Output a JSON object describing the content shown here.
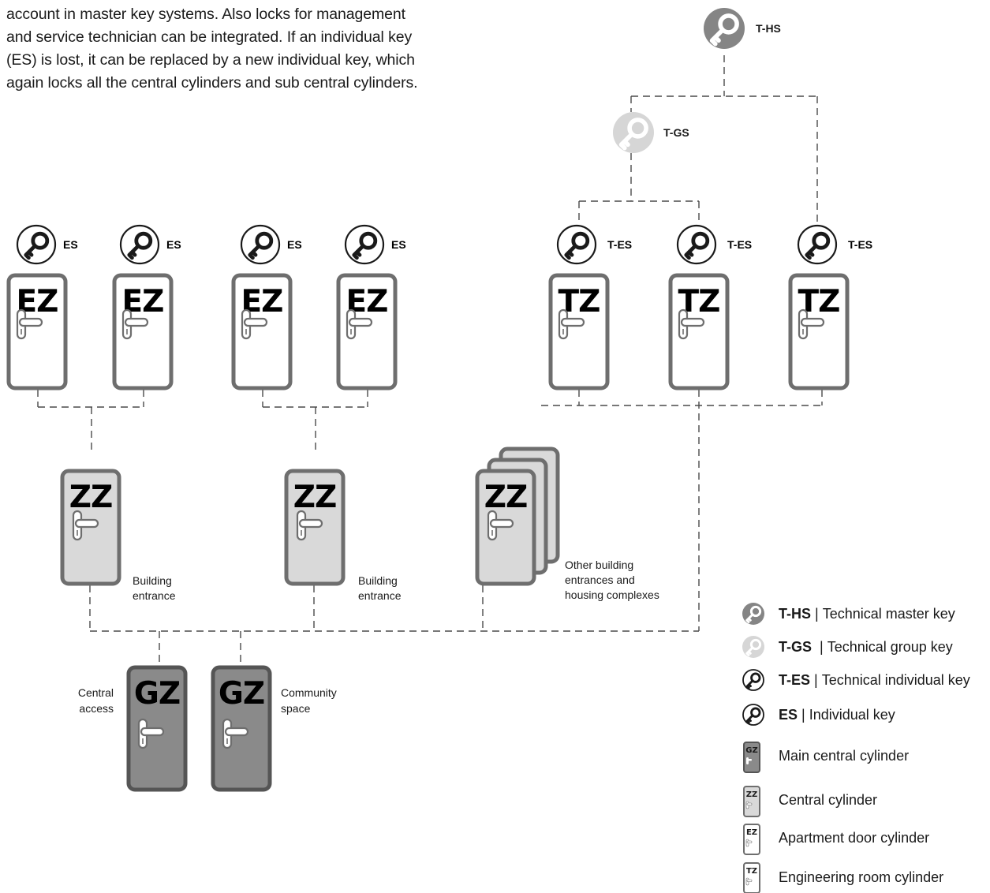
{
  "intro_lines": [
    "account in master key systems. Also locks for management",
    "and service technician can be integrated. If an individual key",
    "(ES) is lost, it can be replaced by a new individual key, which",
    "again locks all the central cylinders and sub central cylinders."
  ],
  "keys": {
    "t_hs": "T-HS",
    "t_gs": "T-GS",
    "t_es": "T-ES",
    "es": "ES"
  },
  "doors": {
    "ez": "EZ",
    "tz": "TZ",
    "zz": "ZZ",
    "gz": "GZ"
  },
  "captions": {
    "building_entrance": [
      "Building",
      "entrance"
    ],
    "other_entrances": [
      "Other building",
      "entrances and",
      "housing complexes"
    ],
    "central_access": [
      "Central",
      "access"
    ],
    "community_space": [
      "Community",
      "space"
    ]
  },
  "legend": [
    {
      "icon": "master-key-icon",
      "code": "T-HS",
      "sep": " | ",
      "text": "Technical master key"
    },
    {
      "icon": "group-key-icon",
      "code": "T-GS",
      "sep": "  | ",
      "text": "Technical group key"
    },
    {
      "icon": "technical-individual-key-icon",
      "code": "T-ES",
      "sep": " | ",
      "text": "Technical individual key"
    },
    {
      "icon": "individual-key-icon",
      "code": "ES",
      "sep": " | ",
      "text": "Individual key"
    },
    {
      "icon": "gz-cylinder-icon",
      "code": "",
      "sep": "",
      "text": "Main central cylinder"
    },
    {
      "icon": "zz-cylinder-icon",
      "code": "",
      "sep": "",
      "text": "Central cylinder"
    },
    {
      "icon": "ez-cylinder-icon",
      "code": "",
      "sep": "",
      "text": "Apartment door cylinder"
    },
    {
      "icon": "tz-cylinder-icon",
      "code": "",
      "sep": "",
      "text": "Engineering room cylinder"
    }
  ],
  "colors": {
    "master_key": "#858585",
    "group_key": "#d6d6d6",
    "door_frame": "#6e6e6e",
    "zz_fill": "#d9d9d9",
    "gz_fill": "#8a8a8a"
  }
}
